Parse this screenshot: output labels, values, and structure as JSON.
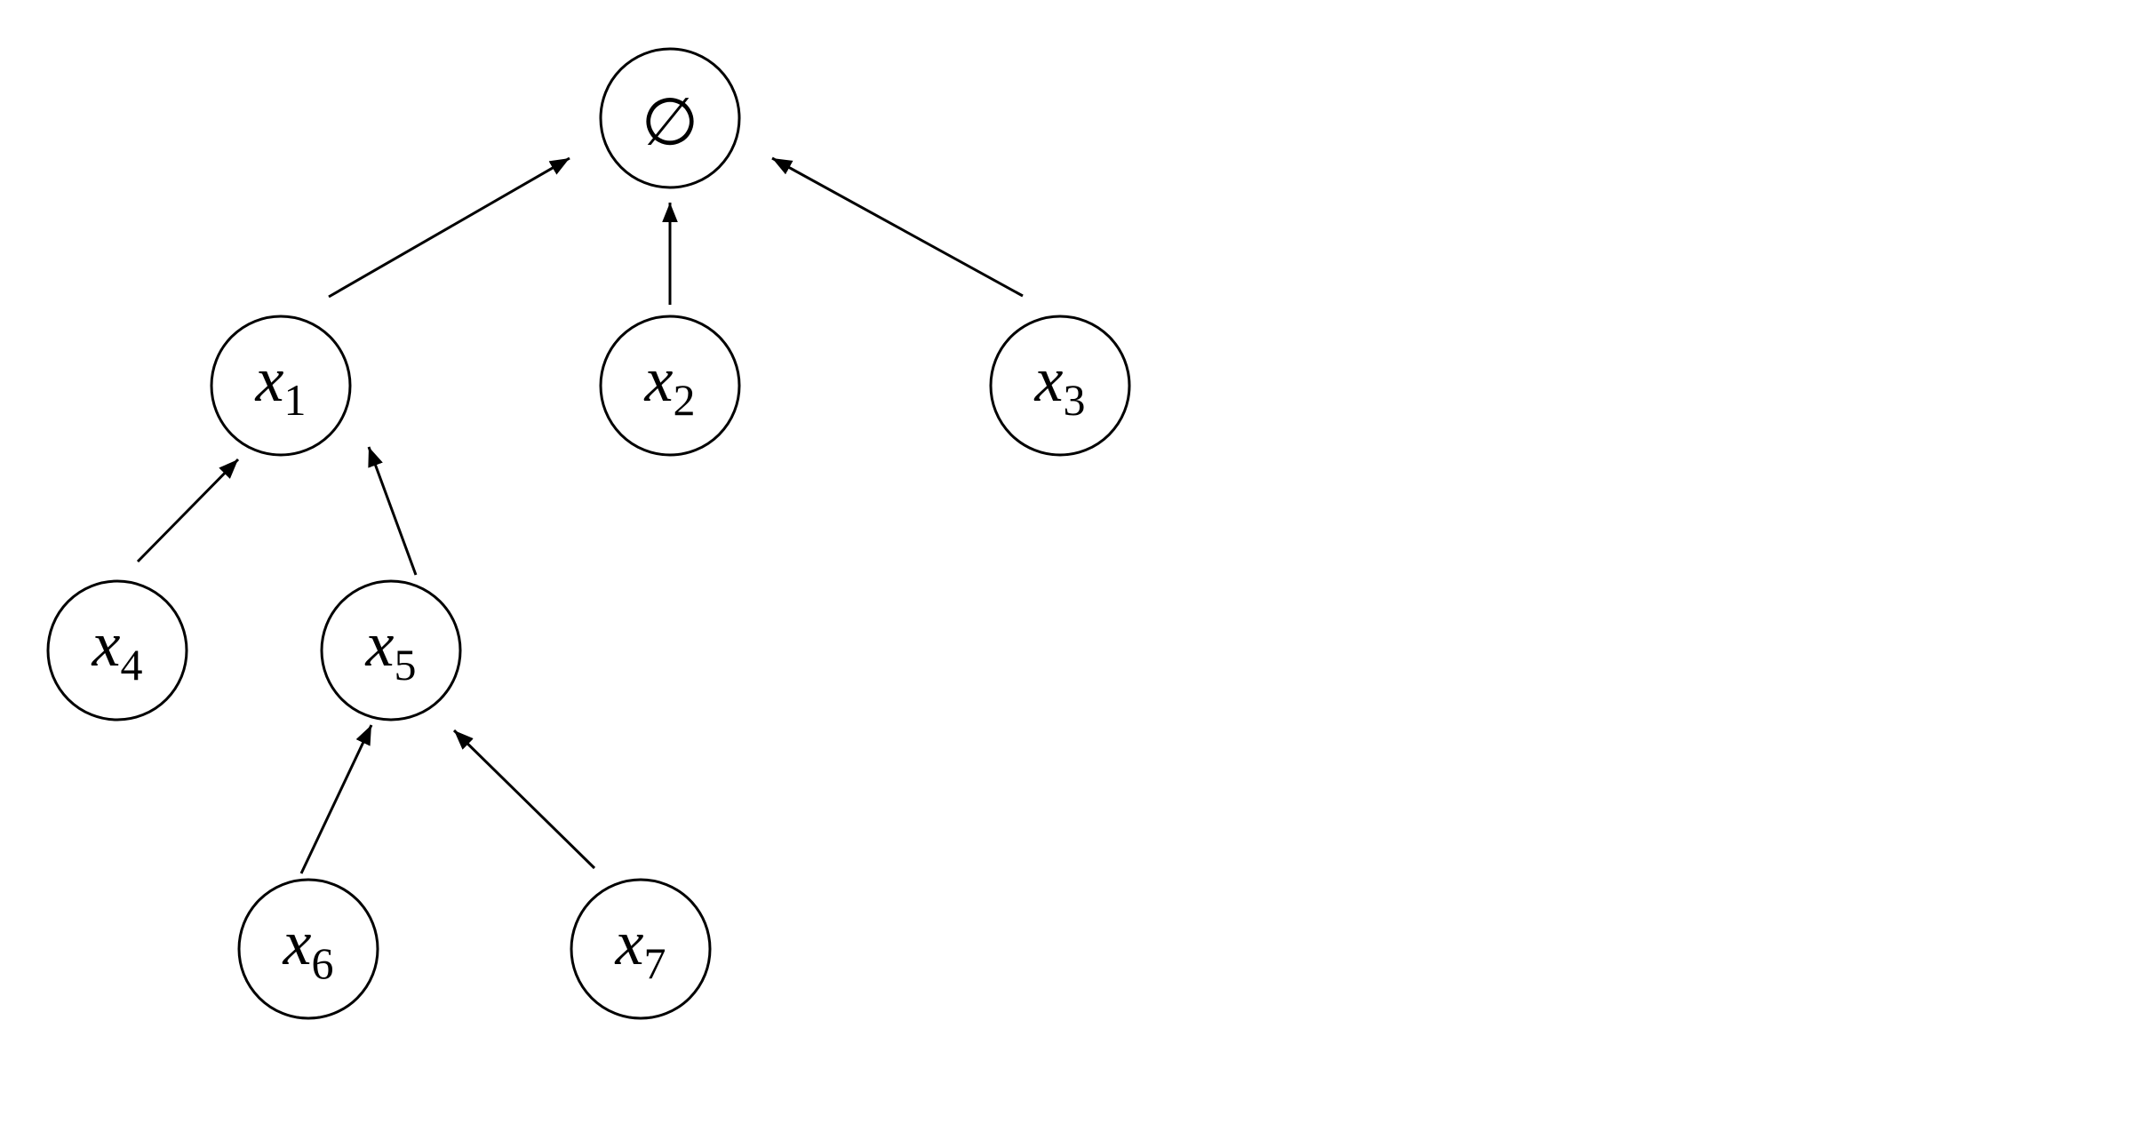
{
  "diagram": {
    "type": "tree",
    "colors": {
      "stroke": "#000000",
      "fill": "#ffffff",
      "text": "#000000"
    },
    "nodes": [
      {
        "id": "root",
        "label": "∅",
        "var": "",
        "sub": ""
      },
      {
        "id": "x1",
        "label": "x1",
        "var": "x",
        "sub": "1"
      },
      {
        "id": "x2",
        "label": "x2",
        "var": "x",
        "sub": "2"
      },
      {
        "id": "x3",
        "label": "x3",
        "var": "x",
        "sub": "3"
      },
      {
        "id": "x4",
        "label": "x4",
        "var": "x",
        "sub": "4"
      },
      {
        "id": "x5",
        "label": "x5",
        "var": "x",
        "sub": "5"
      },
      {
        "id": "x6",
        "label": "x6",
        "var": "x",
        "sub": "6"
      },
      {
        "id": "x7",
        "label": "x7",
        "var": "x",
        "sub": "7"
      }
    ],
    "edges": [
      {
        "from": "x1",
        "to": "root"
      },
      {
        "from": "x2",
        "to": "root"
      },
      {
        "from": "x3",
        "to": "root"
      },
      {
        "from": "x4",
        "to": "x1"
      },
      {
        "from": "x5",
        "to": "x1"
      },
      {
        "from": "x6",
        "to": "x5"
      },
      {
        "from": "x7",
        "to": "x5"
      }
    ]
  }
}
